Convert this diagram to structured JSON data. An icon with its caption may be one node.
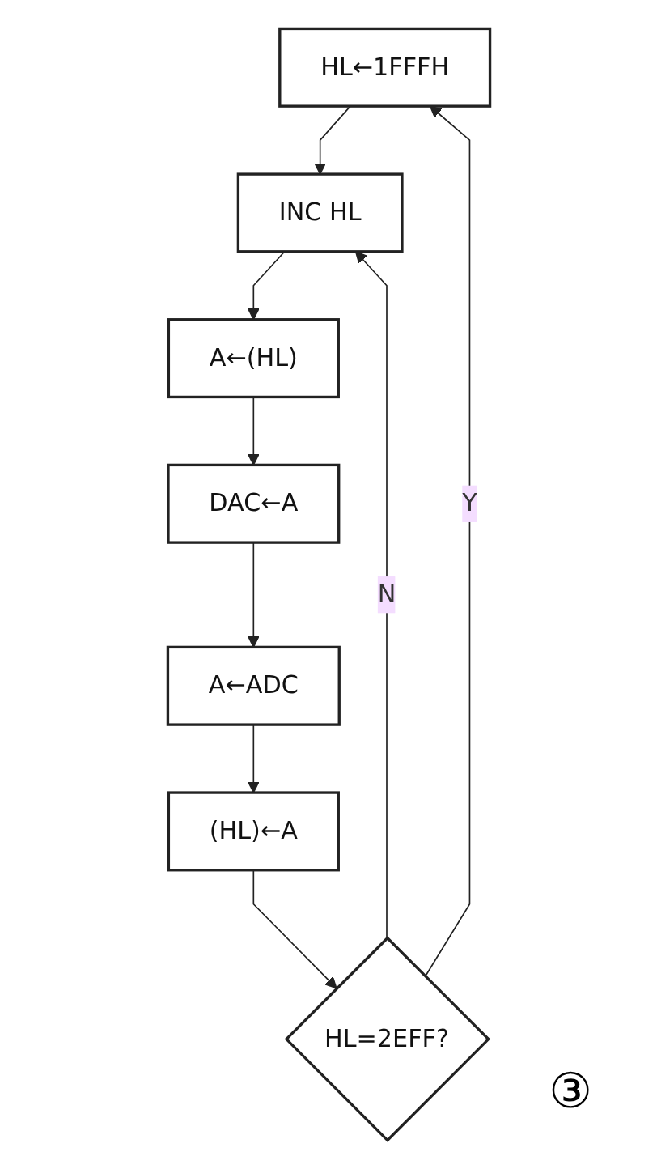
{
  "diagram": {
    "nodes": [
      {
        "text": [
          "HL←1FFFH"
        ]
      },
      {
        "text": [
          "INC HL"
        ]
      },
      {
        "text": [
          "A←(HL)"
        ]
      },
      {
        "text": [
          "DAC←A"
        ]
      },
      {
        "text": [
          "A←ADC"
        ]
      },
      {
        "text": [
          "(HL)←A"
        ]
      },
      {
        "text": [
          "HL=2EFF?"
        ]
      }
    ],
    "edges": [
      {
        "from": 0,
        "to": 1,
        "arrow": "to"
      },
      {
        "from": 1,
        "to": 2,
        "arrow": "to"
      },
      {
        "from": 2,
        "to": 3,
        "arrow": "to"
      },
      {
        "from": 3,
        "to": 4,
        "arrow": "to"
      },
      {
        "from": 4,
        "to": 5,
        "arrow": "to"
      },
      {
        "from": 5,
        "to": 6,
        "arrow": "to"
      },
      {
        "from": 6,
        "to": 1,
        "label": "N",
        "arrow": "to"
      },
      {
        "from": 6,
        "to": 0,
        "label": "Y",
        "arrow": "to"
      }
    ],
    "labels": [
      "③"
    ]
  }
}
